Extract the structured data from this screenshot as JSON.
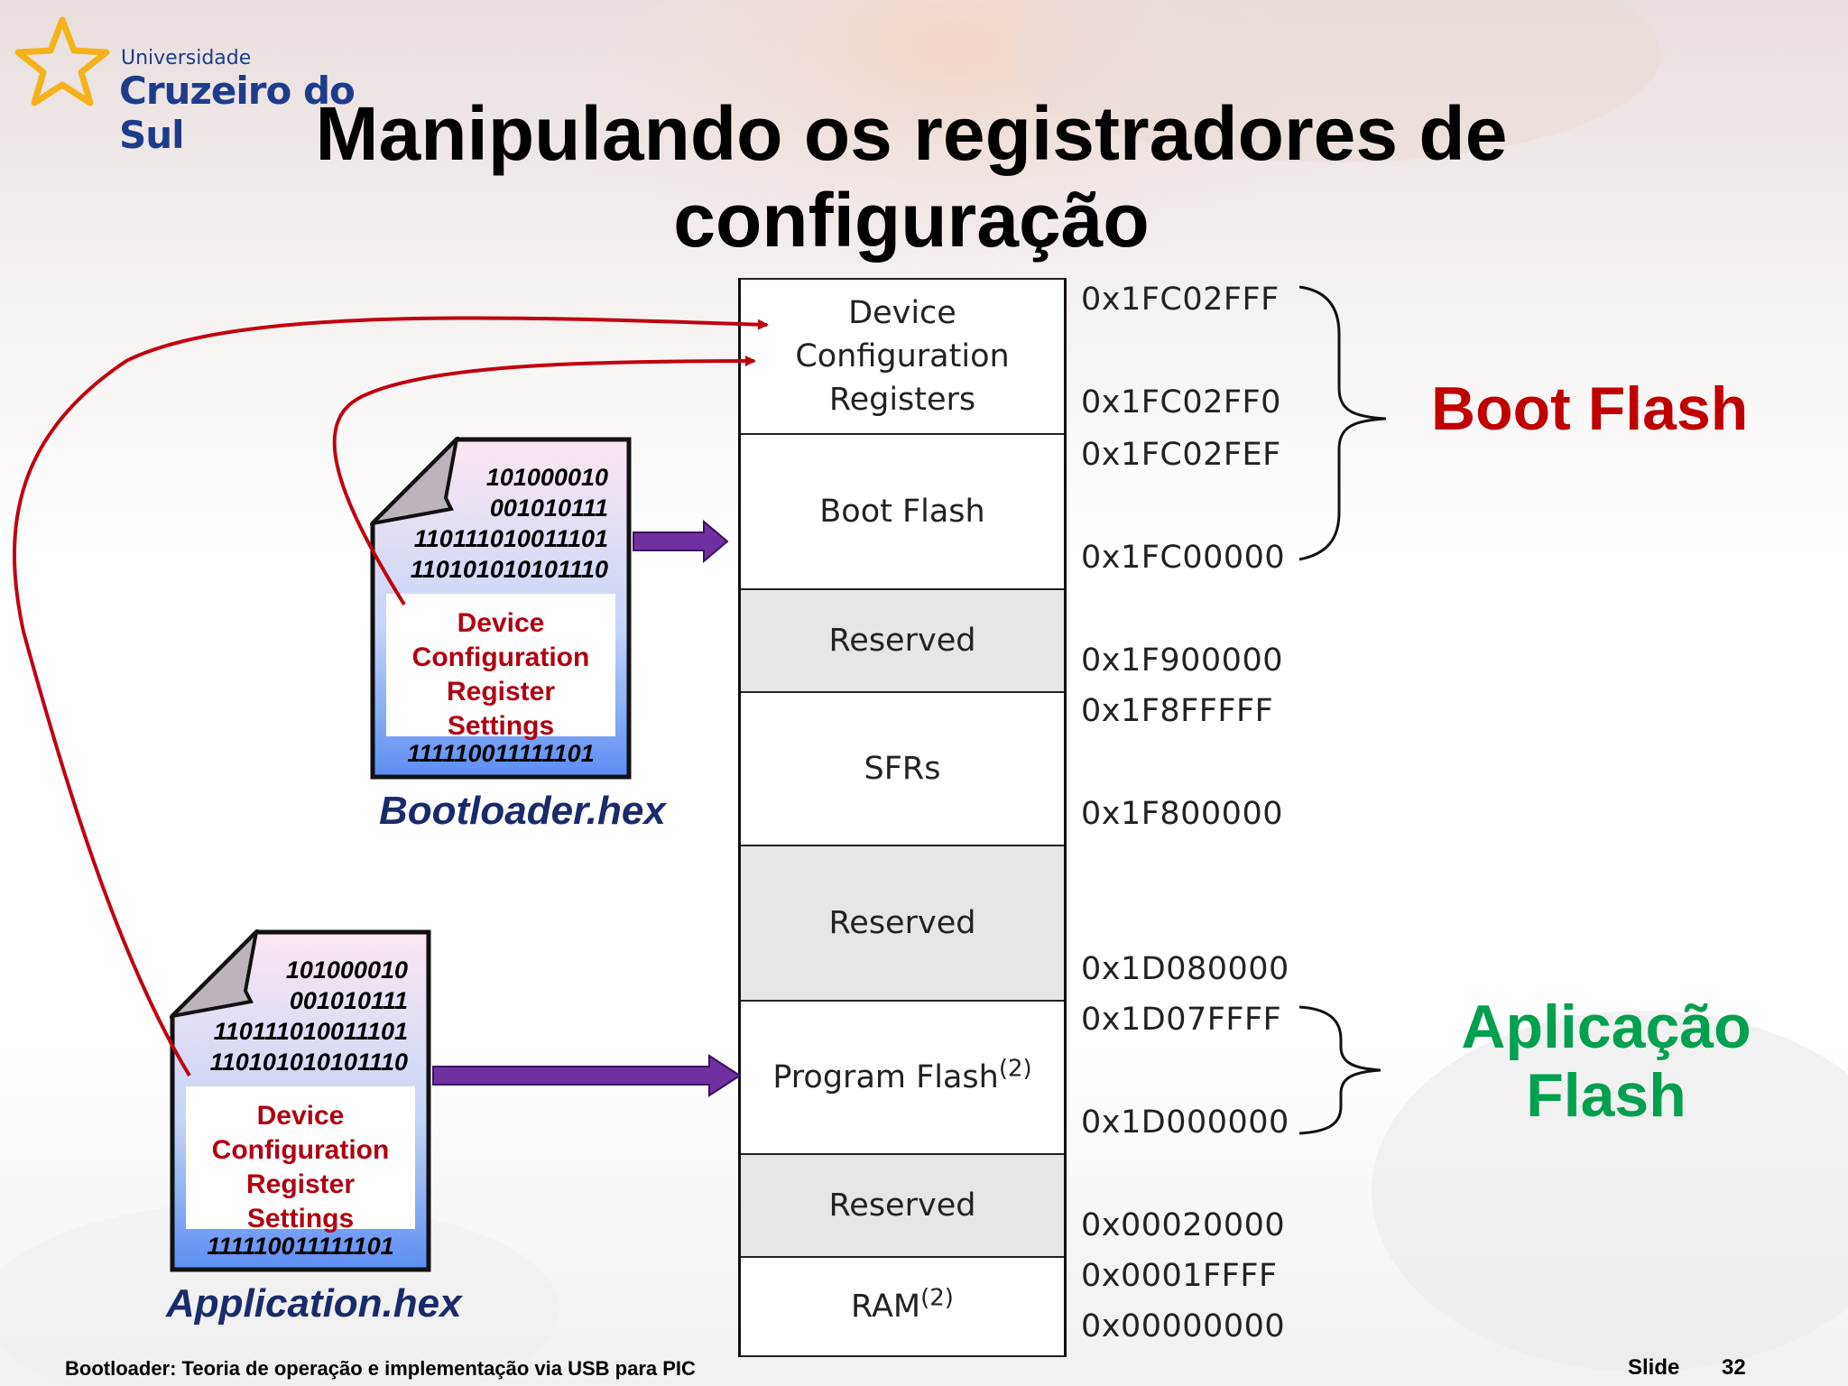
{
  "logo": {
    "small": "Universidade",
    "big": "Cruzeiro do Sul"
  },
  "title": "Manipulando os registradores de configuração",
  "memory_map": [
    {
      "label": "Device Configuration Registers"
    },
    {
      "label": "Boot Flash"
    },
    {
      "label": "Reserved"
    },
    {
      "label": "SFRs"
    },
    {
      "label": "Reserved"
    },
    {
      "label": "Program Flash",
      "sup": "(2)"
    },
    {
      "label": "Reserved"
    },
    {
      "label": "RAM",
      "sup": "(2)"
    }
  ],
  "addresses": [
    "0x1FC02FFF",
    "0x1FC02FF0",
    "0x1FC02FEF",
    "0x1FC00000",
    "0x1F900000",
    "0x1F8FFFFF",
    "0x1F800000",
    "0x1D080000",
    "0x1D07FFFF",
    "0x1D000000",
    "0x00020000",
    "0x0001FFFF",
    "0x00000000"
  ],
  "labels": {
    "boot": "Boot Flash",
    "app_line1": "Aplicação",
    "app_line2": "Flash"
  },
  "documents": [
    {
      "name": "Bootloader.hex",
      "bits": [
        "101000010",
        "001010111",
        "110111010011101",
        "110101010101110"
      ],
      "inner": [
        "Device",
        "Configuration",
        "Register",
        "Settings"
      ],
      "bottom": "111110011111101"
    },
    {
      "name": "Application.hex",
      "bits": [
        "101000010",
        "001010111",
        "110111010011101",
        "110101010101110"
      ],
      "inner": [
        "Device",
        "Configuration",
        "Register",
        "Settings"
      ],
      "bottom": "111110011111101"
    }
  ],
  "footer": "Bootloader: Teoria de operação e implementação via USB para PIC",
  "slide": {
    "label": "Slide",
    "number": "32"
  }
}
